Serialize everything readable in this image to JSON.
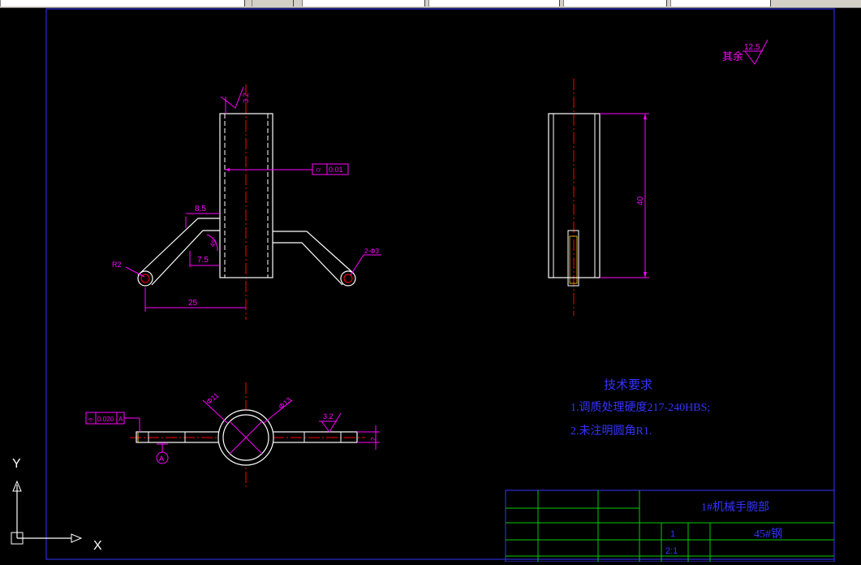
{
  "roughness_other": {
    "prefix": "其余",
    "value": "12.5"
  },
  "front_view": {
    "roughness_top": "3.2",
    "runout_tol": "0.01",
    "dim_85": "8.5",
    "dim_75": "7.5",
    "dim_25": "25",
    "radius_left": "R2",
    "holes_right": "2-Φ3",
    "angle": "45°"
  },
  "side_view": {
    "height_dim": "40"
  },
  "bottom_view": {
    "parallel_tol": "0.020",
    "datum": "A",
    "dia_inner": "Φ11",
    "dia_outer": "Φ13",
    "roughness": "3.2",
    "thickness": "2"
  },
  "tech_req": {
    "title": "技术要求",
    "items": [
      "1.调质处理硬度217-240HBS;",
      "2.未注明圆角R1."
    ]
  },
  "title_block": {
    "name": "1#机械手腕部",
    "material": "45#钢",
    "scale": "2:1",
    "qty": "1"
  },
  "ucs": {
    "x_label": "X",
    "y_label": "Y"
  },
  "colors": {
    "background": "#000000",
    "outline": "#ffffff",
    "centerline": "#ff0000",
    "dimension": "#ff00ff",
    "text": "#3333ff",
    "grid": "#00cc00"
  }
}
